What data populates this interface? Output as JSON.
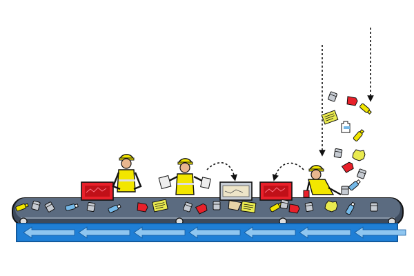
{
  "scene": {
    "description_visible_text": "",
    "colors": {
      "belt_dark": "#3d4a5c",
      "belt_top": "#5b6b80",
      "belt_rail": "#8a97a8",
      "arrow_band": "#1f7fd6",
      "arrow_band_edge": "#125a9e",
      "arrow_fill": "#8fc6f0",
      "vest_yellow": "#f2e600",
      "hard_hat": "#f2e600",
      "skin": "#e8b68f",
      "bin_red": "#e8202a",
      "newspaper": "#e9ea4f",
      "can_silver": "#c6cbd2",
      "bottle_blue": "#74b8e8",
      "outline": "#111111"
    },
    "icons": [
      "worker-figure",
      "hard-hat",
      "safety-vest",
      "red-sorting-bin",
      "cardboard-sorting-bin",
      "dashed-falling-arrow",
      "curved-dashed-arrow",
      "conveyor-belt",
      "left-arrow-band",
      "recyclable-items"
    ]
  }
}
